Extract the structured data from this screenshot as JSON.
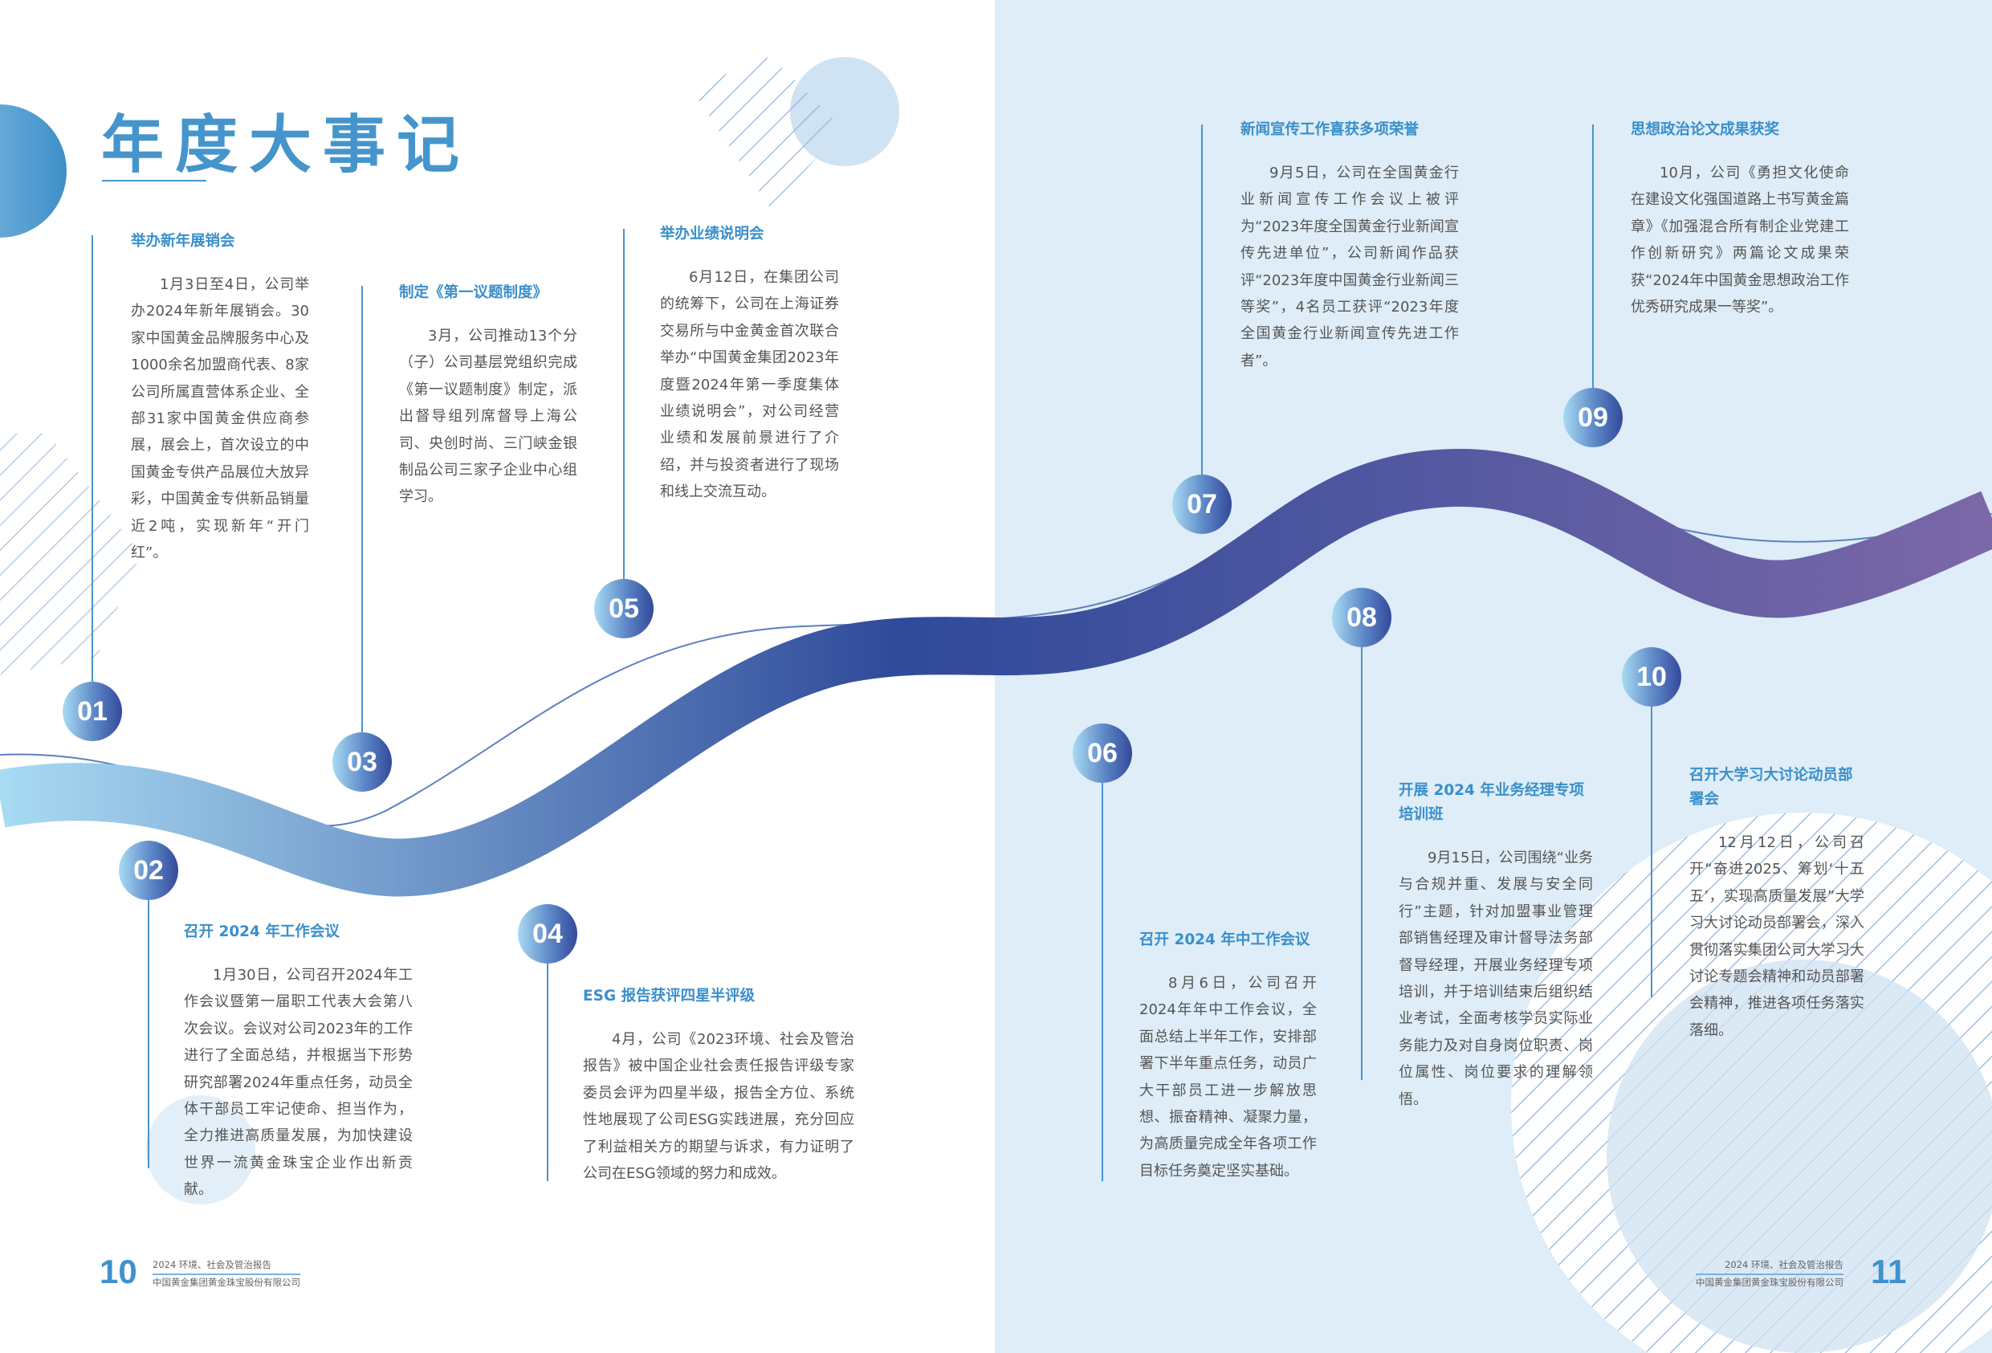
{
  "page_title": "年度大事记",
  "colors": {
    "accent": "#3a8fcb",
    "right_page_bg": "#deedf7",
    "ribbon_start": "#a9dbf3",
    "ribbon_mid": "#2f4a9a",
    "ribbon_end": "#7b68a8"
  },
  "events": [
    {
      "num": "01",
      "title": "举办新年展销会",
      "body": "1月3日至4日，公司举办2024年新年展销会。30家中国黄金品牌服务中心及1000余名加盟商代表、8家公司所属直营体系企业、全部31家中国黄金供应商参展，展会上，首次设立的中国黄金专供产品展位大放异彩，中国黄金专供新品销量近2吨，实现新年“开门红”。"
    },
    {
      "num": "02",
      "title": "召开 2024 年工作会议",
      "body": "1月30日，公司召开2024年工作会议暨第一届职工代表大会第八次会议。会议对公司2023年的工作进行了全面总结，并根据当下形势研究部署2024年重点任务，动员全体干部员工牢记使命、担当作为，全力推进高质量发展，为加快建设世界一流黄金珠宝企业作出新贡献。"
    },
    {
      "num": "03",
      "title": "制定《第一议题制度》",
      "body": "3月，公司推动13个分（子）公司基层党组织完成《第一议题制度》制定，派出督导组列席督导上海公司、央创时尚、三门峡金银制品公司三家子企业中心组学习。"
    },
    {
      "num": "04",
      "title": "ESG 报告获评四星半评级",
      "body": "4月，公司《2023环境、社会及管治报告》被中国企业社会责任报告评级专家委员会评为四星半级，报告全方位、系统性地展现了公司ESG实践进展，充分回应了利益相关方的期望与诉求，有力证明了公司在ESG领域的努力和成效。"
    },
    {
      "num": "05",
      "title": "举办业绩说明会",
      "body": "6月12日，在集团公司的统筹下，公司在上海证券交易所与中金黄金首次联合举办“中国黄金集团2023年度暨2024年第一季度集体业绩说明会”，对公司经营业绩和发展前景进行了介绍，并与投资者进行了现场和线上交流互动。"
    },
    {
      "num": "06",
      "title": "召开 2024 年中工作会议",
      "body": "8月6日，公司召开2024年年中工作会议，全面总结上半年工作，安排部署下半年重点任务，动员广大干部员工进一步解放思想、振奋精神、凝聚力量，为高质量完成全年各项工作目标任务奠定坚实基础。"
    },
    {
      "num": "07",
      "title": "新闻宣传工作喜获多项荣誉",
      "body": "9月5日，公司在全国黄金行业新闻宣传工作会议上被评为“2023年度全国黄金行业新闻宣传先进单位”，公司新闻作品获评“2023年度中国黄金行业新闻三等奖”，4名员工获评“2023年度全国黄金行业新闻宣传先进工作者”。"
    },
    {
      "num": "08",
      "title": "开展 2024 年业务经理专项培训班",
      "body": "9月15日，公司围绕“业务与合规并重、发展与安全同行”主题，针对加盟事业管理部销售经理及审计督导法务部督导经理，开展业务经理专项培训，并于培训结束后组织结业考试，全面考核学员实际业务能力及对自身岗位职责、岗位属性、岗位要求的理解领悟。"
    },
    {
      "num": "09",
      "title": "思想政治论文成果获奖",
      "body": "10月，公司《勇担文化使命在建设文化强国道路上书写黄金篇章》《加强混合所有制企业党建工作创新研究》两篇论文成果荣获“2024年中国黄金思想政治工作优秀研究成果一等奖”。"
    },
    {
      "num": "10",
      "title": "召开大学习大讨论动员部署会",
      "body": "12月12日，公司召开“奋进2025、筹划‘十五五’，实现高质量发展”大学习大讨论动员部署会，深入贯彻落实集团公司大学习大讨论专题会精神和动员部署会精神，推进各项任务落实落细。"
    }
  ],
  "footer": {
    "left_page_number": "10",
    "right_page_number": "11",
    "report_name": "2024 环境、社会及管治报告",
    "company_name": "中国黄金集团黄金珠宝股份有限公司"
  }
}
